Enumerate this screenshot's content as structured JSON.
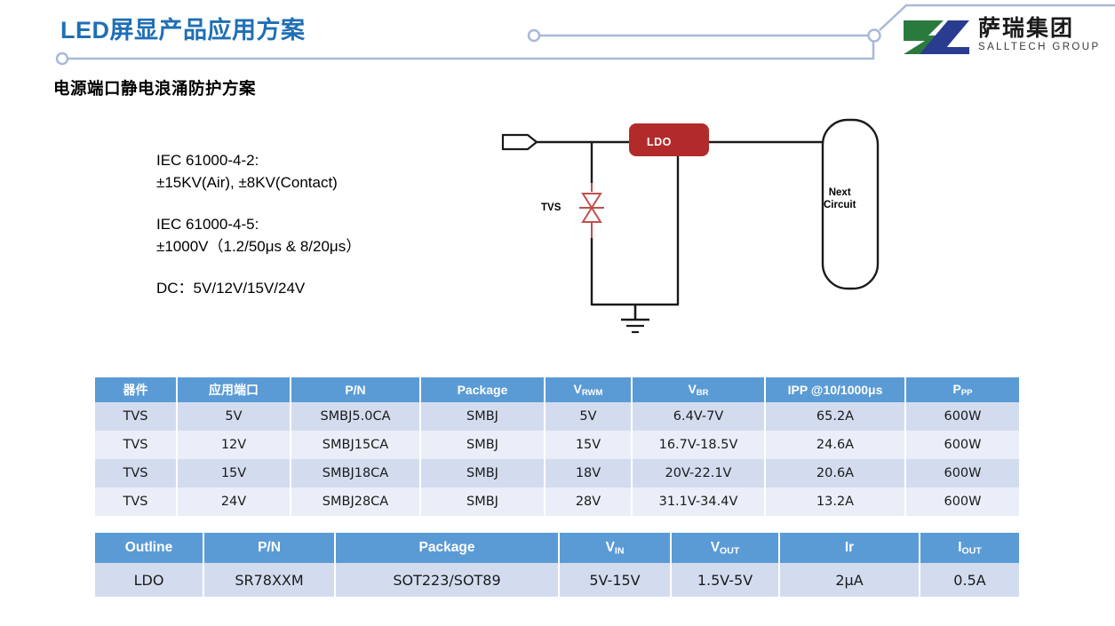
{
  "header": {
    "title": "LED屏显产品应用方案",
    "accent_color": "#1F6FB5",
    "deco_line_color": "#A9B9D9",
    "logo": {
      "cn_name": "萨瑞集团",
      "en_name": "SALLTECH GROUP",
      "green": "#2B7A3D",
      "blue": "#2A3C8F"
    }
  },
  "subtitle": "电源端口静电浪涌防护方案",
  "specs": {
    "line1": "IEC 61000-4-2:",
    "line2": "±15KV(Air), ±8KV(Contact)",
    "line3": "IEC 61000-4-5:",
    "line4": "±1000V（1.2/50μs & 8/20μs）",
    "line5": "DC：5V/12V/15V/24V"
  },
  "circuit": {
    "tvs_label": "TVS",
    "ldo_label": "LDO",
    "next_label_line1": "Next",
    "next_label_line2": "Circuit",
    "ldo_color": "#B22B2B",
    "tvs_color": "#C0504D"
  },
  "table1": {
    "headers": [
      {
        "text": "器件",
        "sub": ""
      },
      {
        "text": "应用端口",
        "sub": ""
      },
      {
        "text": "P/N",
        "sub": ""
      },
      {
        "text": "Package",
        "sub": ""
      },
      {
        "text": "V",
        "sub": "RWM"
      },
      {
        "text": "V",
        "sub": "BR"
      },
      {
        "text": "IPP @10/1000μs",
        "sub": ""
      },
      {
        "text": "P",
        "sub": "PP"
      }
    ],
    "rows": [
      [
        "TVS",
        "5V",
        "SMBJ5.0CA",
        "SMBJ",
        "5V",
        "6.4V-7V",
        "65.2A",
        "600W"
      ],
      [
        "TVS",
        "12V",
        "SMBJ15CA",
        "SMBJ",
        "15V",
        "16.7V-18.5V",
        "24.6A",
        "600W"
      ],
      [
        "TVS",
        "15V",
        "SMBJ18CA",
        "SMBJ",
        "18V",
        "20V-22.1V",
        "20.6A",
        "600W"
      ],
      [
        "TVS",
        "24V",
        "SMBJ28CA",
        "SMBJ",
        "28V",
        "31.1V-34.4V",
        "13.2A",
        "600W"
      ]
    ]
  },
  "table2": {
    "headers": [
      {
        "text": "Outline",
        "sub": ""
      },
      {
        "text": "P/N",
        "sub": ""
      },
      {
        "text": "Package",
        "sub": ""
      },
      {
        "text": "V",
        "sub": "IN"
      },
      {
        "text": "V",
        "sub": "OUT"
      },
      {
        "text": "Ir",
        "sub": ""
      },
      {
        "text": "I",
        "sub": "OUT"
      }
    ],
    "rows": [
      [
        "LDO",
        "SR78XXM",
        "SOT223/SOT89",
        "5V-15V",
        "1.5V-5V",
        "2μA",
        "0.5A"
      ]
    ]
  },
  "theme": {
    "header_bg": "#5B9BD5",
    "row_a": "#D3DCEF",
    "row_b": "#E9EEF8"
  }
}
